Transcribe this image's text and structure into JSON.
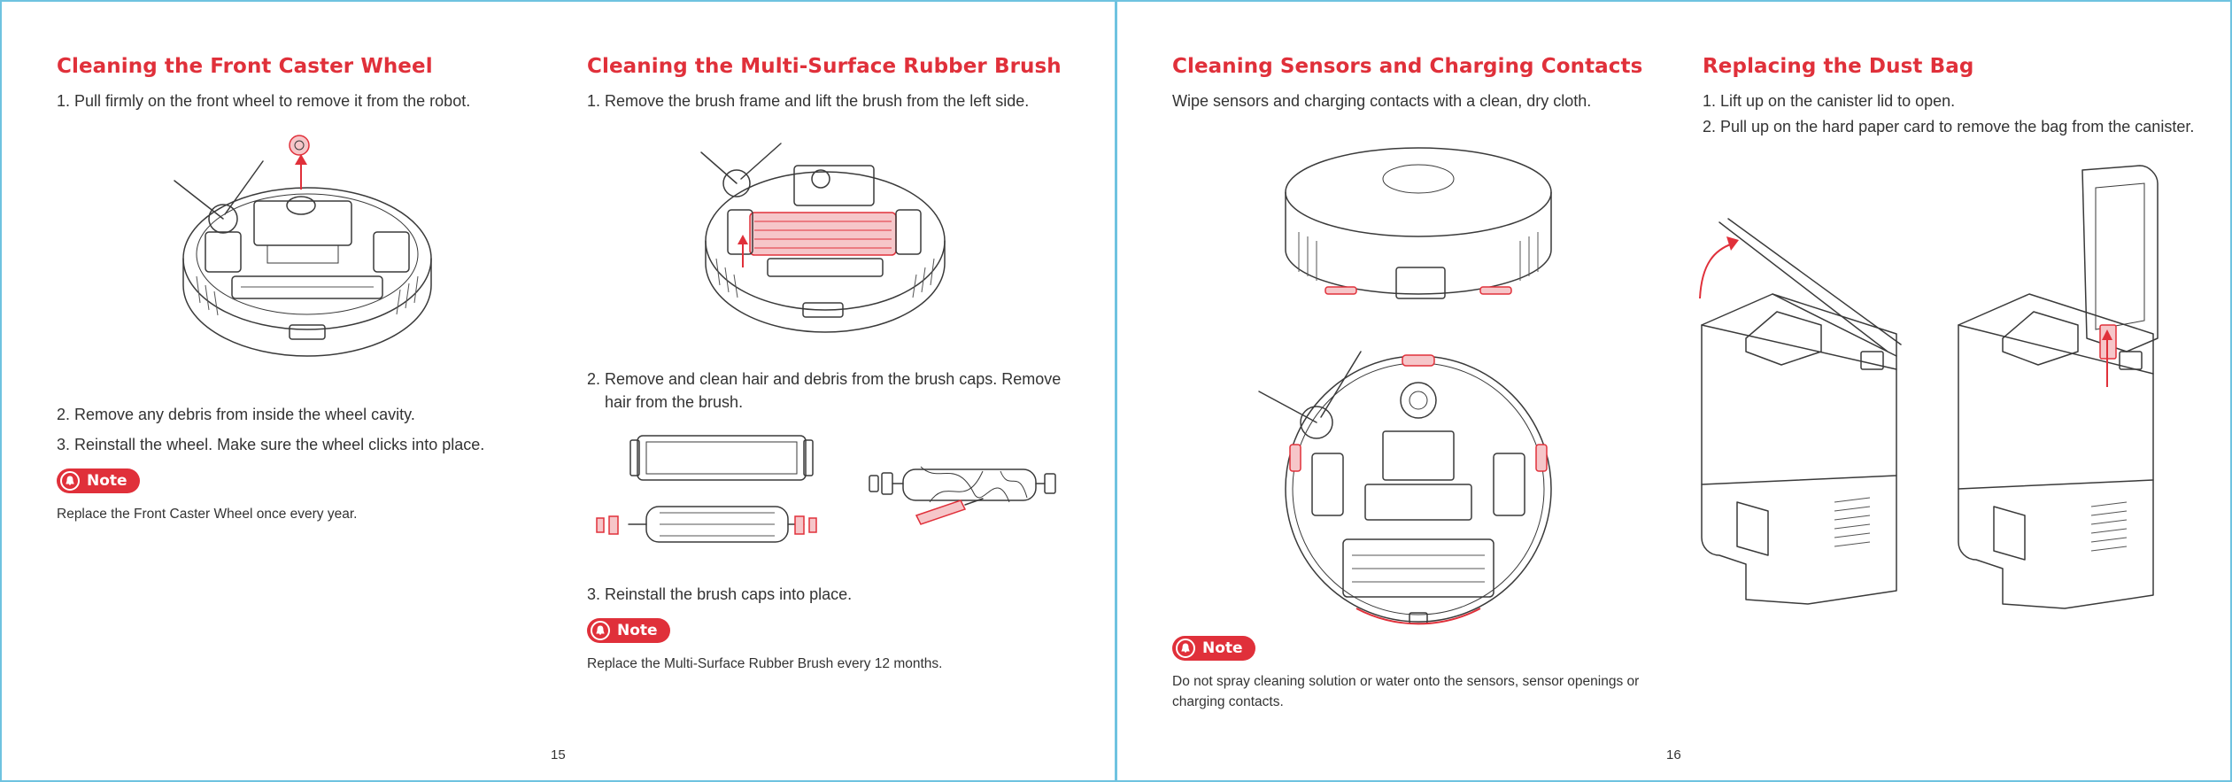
{
  "left_page": {
    "page_number": "15",
    "col1": {
      "title": "Cleaning the Front Caster Wheel",
      "step1": "1. Pull firmly on the front wheel to remove it from the robot.",
      "step2": "2. Remove any debris from inside the wheel cavity.",
      "step3": "3. Reinstall the wheel. Make sure the wheel clicks into place.",
      "note_label": "Note",
      "note_text": "Replace the Front Caster Wheel once every year."
    },
    "col2": {
      "title": "Cleaning the Multi-Surface Rubber Brush",
      "step1": "1. Remove the brush frame and lift the brush from the left side.",
      "step2": "2. Remove and clean hair and debris from the brush caps. Remove hair from the brush.",
      "step3": "3. Reinstall the brush caps into place.",
      "note_label": "Note",
      "note_text": "Replace the Multi-Surface Rubber Brush every 12 months."
    }
  },
  "right_page": {
    "page_number": "16",
    "col1": {
      "title": "Cleaning Sensors and Charging Contacts",
      "step1": "Wipe sensors and charging contacts with a clean, dry cloth.",
      "note_label": "Note",
      "note_text": "Do not spray cleaning solution or water onto the sensors, sensor openings or charging contacts."
    },
    "col2": {
      "title": "Replacing the Dust Bag",
      "step1": "1. Lift up on the canister lid to open.",
      "step2": "2. Pull up on the hard paper card to remove the bag from the canister."
    }
  },
  "colors": {
    "accent": "#e0303a",
    "border": "#6fc3e0",
    "text": "#333333"
  },
  "icons": [
    "bell-icon",
    "robot-bottom-illustration",
    "brush-illustration",
    "robot-top-illustration",
    "dock-illustration"
  ]
}
